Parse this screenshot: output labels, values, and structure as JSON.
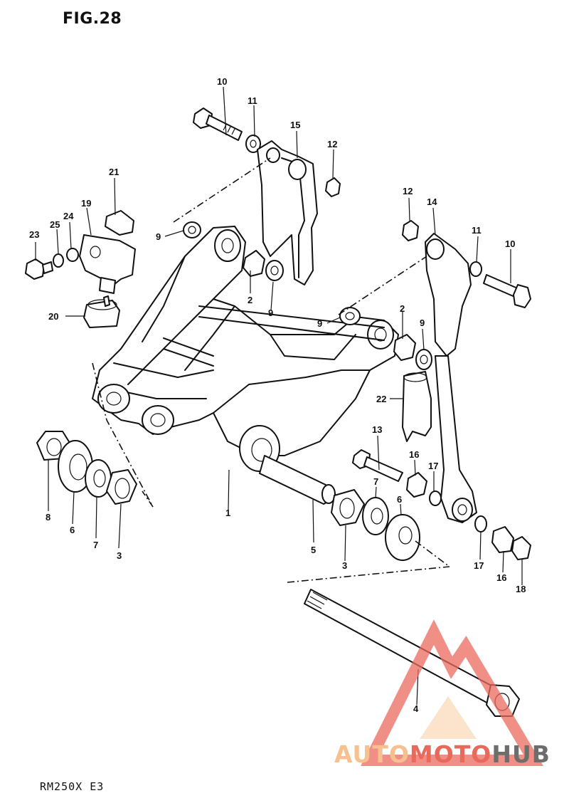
{
  "figure": {
    "title": "FIG.28",
    "model": "RM250X E3"
  },
  "watermark": {
    "part1": "AUTO",
    "part2": "MOTO",
    "part3": "HUB"
  },
  "labels": [
    {
      "id": "lbl-10-a",
      "text": "10"
    },
    {
      "id": "lbl-11-a",
      "text": "11"
    },
    {
      "id": "lbl-15",
      "text": "15"
    },
    {
      "id": "lbl-12-a",
      "text": "12"
    },
    {
      "id": "lbl-12-b",
      "text": "12"
    },
    {
      "id": "lbl-14",
      "text": "14"
    },
    {
      "id": "lbl-11-b",
      "text": "11"
    },
    {
      "id": "lbl-10-b",
      "text": "10"
    },
    {
      "id": "lbl-21",
      "text": "21"
    },
    {
      "id": "lbl-19",
      "text": "19"
    },
    {
      "id": "lbl-23",
      "text": "23"
    },
    {
      "id": "lbl-25",
      "text": "25"
    },
    {
      "id": "lbl-24",
      "text": "24"
    },
    {
      "id": "lbl-20",
      "text": "20"
    },
    {
      "id": "lbl-9-a",
      "text": "9"
    },
    {
      "id": "lbl-2-a",
      "text": "2"
    },
    {
      "id": "lbl-9-b",
      "text": "9"
    },
    {
      "id": "lbl-9-c",
      "text": "9"
    },
    {
      "id": "lbl-2-b",
      "text": "2"
    },
    {
      "id": "lbl-9-d",
      "text": "9"
    },
    {
      "id": "lbl-22",
      "text": "22"
    },
    {
      "id": "lbl-13",
      "text": "13"
    },
    {
      "id": "lbl-16-a",
      "text": "16"
    },
    {
      "id": "lbl-17-a",
      "text": "17"
    },
    {
      "id": "lbl-7-a",
      "text": "7"
    },
    {
      "id": "lbl-6-a",
      "text": "6"
    },
    {
      "id": "lbl-1",
      "text": "1"
    },
    {
      "id": "lbl-5",
      "text": "5"
    },
    {
      "id": "lbl-3-a",
      "text": "3"
    },
    {
      "id": "lbl-8",
      "text": "8"
    },
    {
      "id": "lbl-6-b",
      "text": "6"
    },
    {
      "id": "lbl-7-b",
      "text": "7"
    },
    {
      "id": "lbl-3-b",
      "text": "3"
    },
    {
      "id": "lbl-17-b",
      "text": "17"
    },
    {
      "id": "lbl-16-b",
      "text": "16"
    },
    {
      "id": "lbl-18",
      "text": "18"
    },
    {
      "id": "lbl-4",
      "text": "4"
    }
  ]
}
